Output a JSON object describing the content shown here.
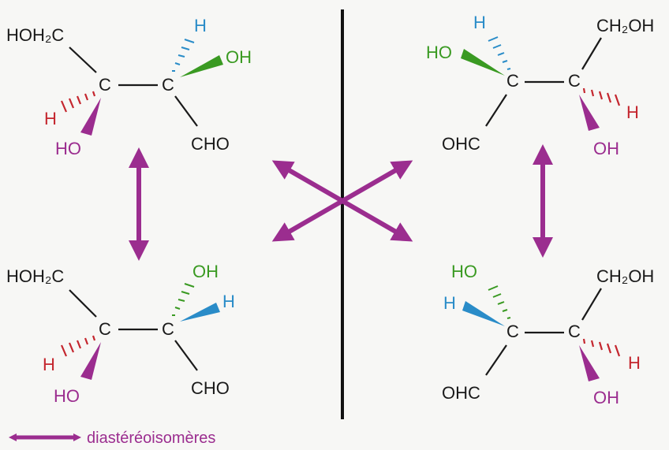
{
  "colors": {
    "text": "#1a1a1a",
    "purple": "#9b2d8f",
    "green": "#3a9a22",
    "blue": "#2a8cc8",
    "red": "#c4262e",
    "divider": "#111111"
  },
  "molecules": {
    "m1": {
      "ch2oh": "HOH₂C",
      "cho": "CHO",
      "h_blue": "H",
      "oh_green": "OH",
      "h_red": "H",
      "oh_purple": "HO",
      "c_left": "C",
      "c_right": "C"
    },
    "m2": {
      "ch2oh": "CH₂OH",
      "cho": "OHC",
      "h_blue": "H",
      "oh_green": "HO",
      "h_red": "H",
      "oh_purple": "OH",
      "c_left": "C",
      "c_right": "C"
    },
    "m3": {
      "ch2oh": "HOH₂C",
      "cho": "CHO",
      "h_blue": "H",
      "oh_green": "OH",
      "h_red": "H",
      "oh_purple": "HO",
      "c_left": "C",
      "c_right": "C"
    },
    "m4": {
      "ch2oh": "CH₂OH",
      "cho": "OHC",
      "h_blue": "H",
      "oh_green": "HO",
      "h_red": "H",
      "oh_purple": "OH",
      "c_left": "C",
      "c_right": "C"
    }
  },
  "legend": {
    "label": "diastéréoisomères"
  }
}
